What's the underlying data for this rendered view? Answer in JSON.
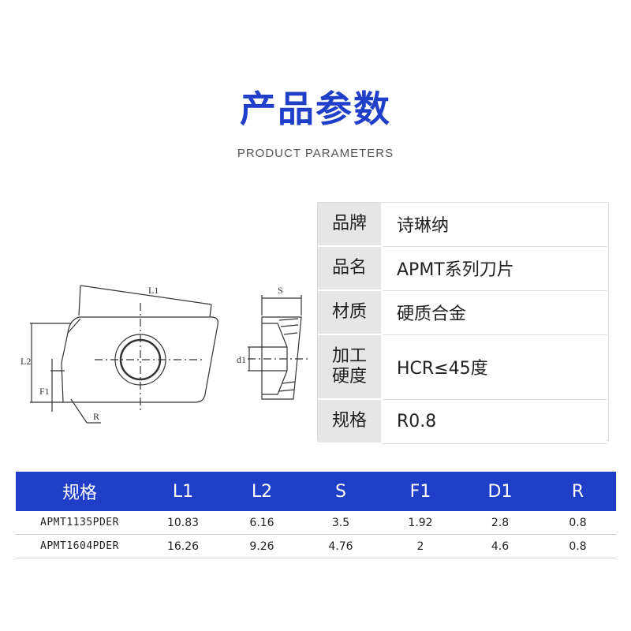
{
  "header": {
    "title": "产品参数",
    "subtitle": "PRODUCT PARAMETERS"
  },
  "params": [
    {
      "key": "品牌",
      "value": "诗琳纳"
    },
    {
      "key": "品名",
      "value": "APMT系列刀片"
    },
    {
      "key": "材质",
      "value": "硬质合金"
    },
    {
      "key": "加工硬度",
      "value": "HCR≤45度"
    },
    {
      "key": "规格",
      "value": "R0.8"
    }
  ],
  "drawing": {
    "labels": {
      "l1": "L1",
      "l2": "L2",
      "f1": "F1",
      "r": "R",
      "s": "S",
      "d1": "d1"
    }
  },
  "spec_table": {
    "headers": [
      "规格",
      "L1",
      "L2",
      "S",
      "F1",
      "D1",
      "R"
    ],
    "rows": [
      [
        "APMT1135PDER",
        "10.83",
        "6.16",
        "3.5",
        "1.92",
        "2.8",
        "0.8"
      ],
      [
        "APMT1604PDER",
        "16.26",
        "9.26",
        "4.76",
        "2",
        "4.6",
        "0.8"
      ]
    ]
  },
  "colors": {
    "accent": "#1f3fc9",
    "key_bg": "#e6e6e6"
  }
}
